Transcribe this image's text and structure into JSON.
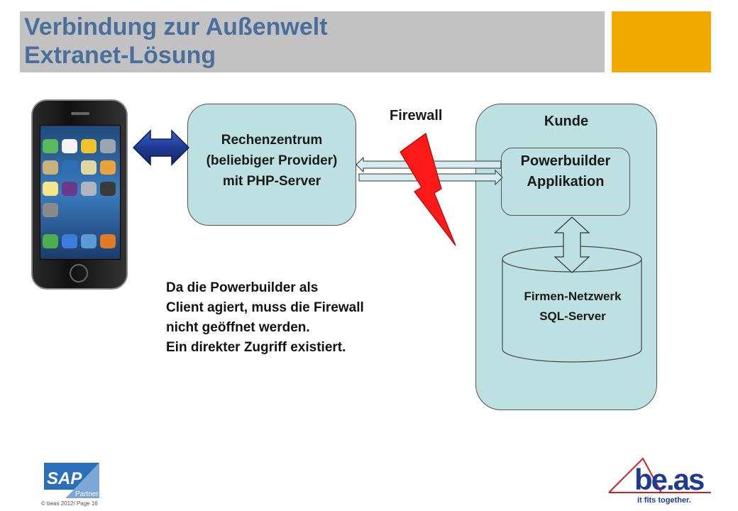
{
  "slide": {
    "title_line1": "Verbindung zur Außenwelt",
    "title_line2": "Extranet-Lösung",
    "accent_color": "#f0aa00",
    "title_color": "#4a6f9a"
  },
  "diagram": {
    "datacenter": {
      "line1": "Rechenzentrum",
      "line2": "(beliebiger Provider)",
      "line3": "mit PHP-Server"
    },
    "firewall_label": "Firewall",
    "customer": {
      "label": "Kunde",
      "app_line1": "Powerbuilder",
      "app_line2": "Applikation",
      "db_line1": "Firmen-Netzwerk",
      "db_line2": "SQL-Server"
    },
    "box_color": "#bde0e3",
    "arrow_color": "#1f3a93",
    "lightning_color": "#ff0000"
  },
  "note": {
    "line1": "Da die Powerbuilder als",
    "line2": "Client agiert, muss die Firewall",
    "line3": "nicht geöffnet werden.",
    "line4": "Ein direkter Zugriff existiert."
  },
  "footer": {
    "copyright": "© beas 2012/ Page 16",
    "sap_logo_text": "SAP",
    "sap_partner_text": "Partner",
    "beas_logo_text": "be.as",
    "beas_tagline": "it fits together."
  }
}
